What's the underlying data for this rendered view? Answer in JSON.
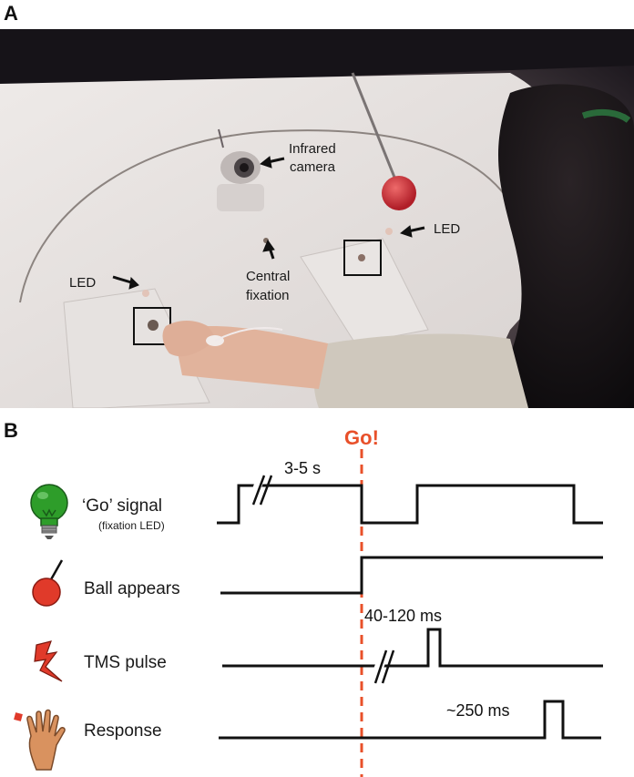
{
  "panel_a": {
    "letter": "A",
    "labels": {
      "camera_line1": "Infrared",
      "camera_line2": "camera",
      "led_right": "LED",
      "led_left": "LED",
      "fixation_line1": "Central",
      "fixation_line2": "fixation"
    }
  },
  "panel_b": {
    "letter": "B",
    "go_label": "Go!",
    "rows": [
      {
        "label": "‘Go’ signal",
        "sublabel": "(fixation LED)",
        "icon": "green-lightbulb-icon"
      },
      {
        "label": "Ball appears",
        "icon": "red-ball-icon"
      },
      {
        "label": "TMS pulse",
        "icon": "lightning-bolt-icon"
      },
      {
        "label": "Response",
        "icon": "hand-icon"
      }
    ],
    "annotations": {
      "duration_go": "3-5 s",
      "tms_delay": "40-120 ms",
      "response_latency": "~250 ms"
    },
    "colors": {
      "go_line": "#e8502a",
      "signal": "#111111",
      "bulb": "#2e9d2a",
      "ball": "#e03a2a",
      "bolt": "#e03a2a"
    }
  }
}
